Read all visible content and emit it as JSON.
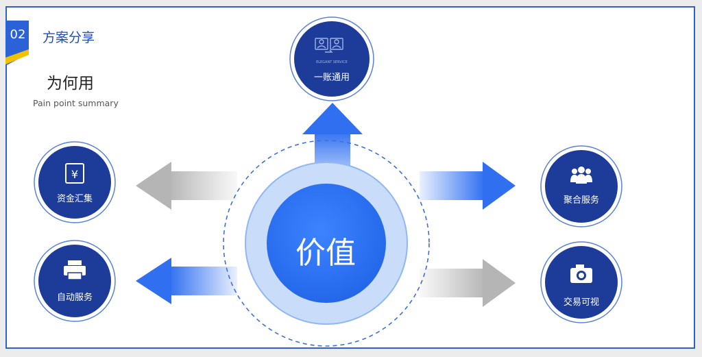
{
  "header": {
    "section_number": "02",
    "section_title": "方案分享",
    "subtitle": "为何用",
    "caption": "Pain point summary"
  },
  "center": {
    "label": "价值"
  },
  "nodes": [
    {
      "id": "top",
      "label": "一账通用",
      "icon": "account-icon",
      "tiny_text": "ELEGANT SERVICE"
    },
    {
      "id": "left-top",
      "label": "资金汇集",
      "icon": "yen-icon"
    },
    {
      "id": "left-bottom",
      "label": "自动服务",
      "icon": "printer-icon"
    },
    {
      "id": "right-top",
      "label": "聚合服务",
      "icon": "people-icon"
    },
    {
      "id": "right-bottom",
      "label": "交易可视",
      "icon": "camera-icon"
    }
  ],
  "colors": {
    "border": "#2f62c9",
    "node_fill": "#1d3c9a",
    "center_fill": "#2f73f2",
    "halo_fill": "#c9dcfa",
    "arrow_blue": "#2f6ff0",
    "arrow_gray": "#b9b9b9",
    "badge_blue": "#2b62d8",
    "badge_yellow": "#f2c200"
  }
}
